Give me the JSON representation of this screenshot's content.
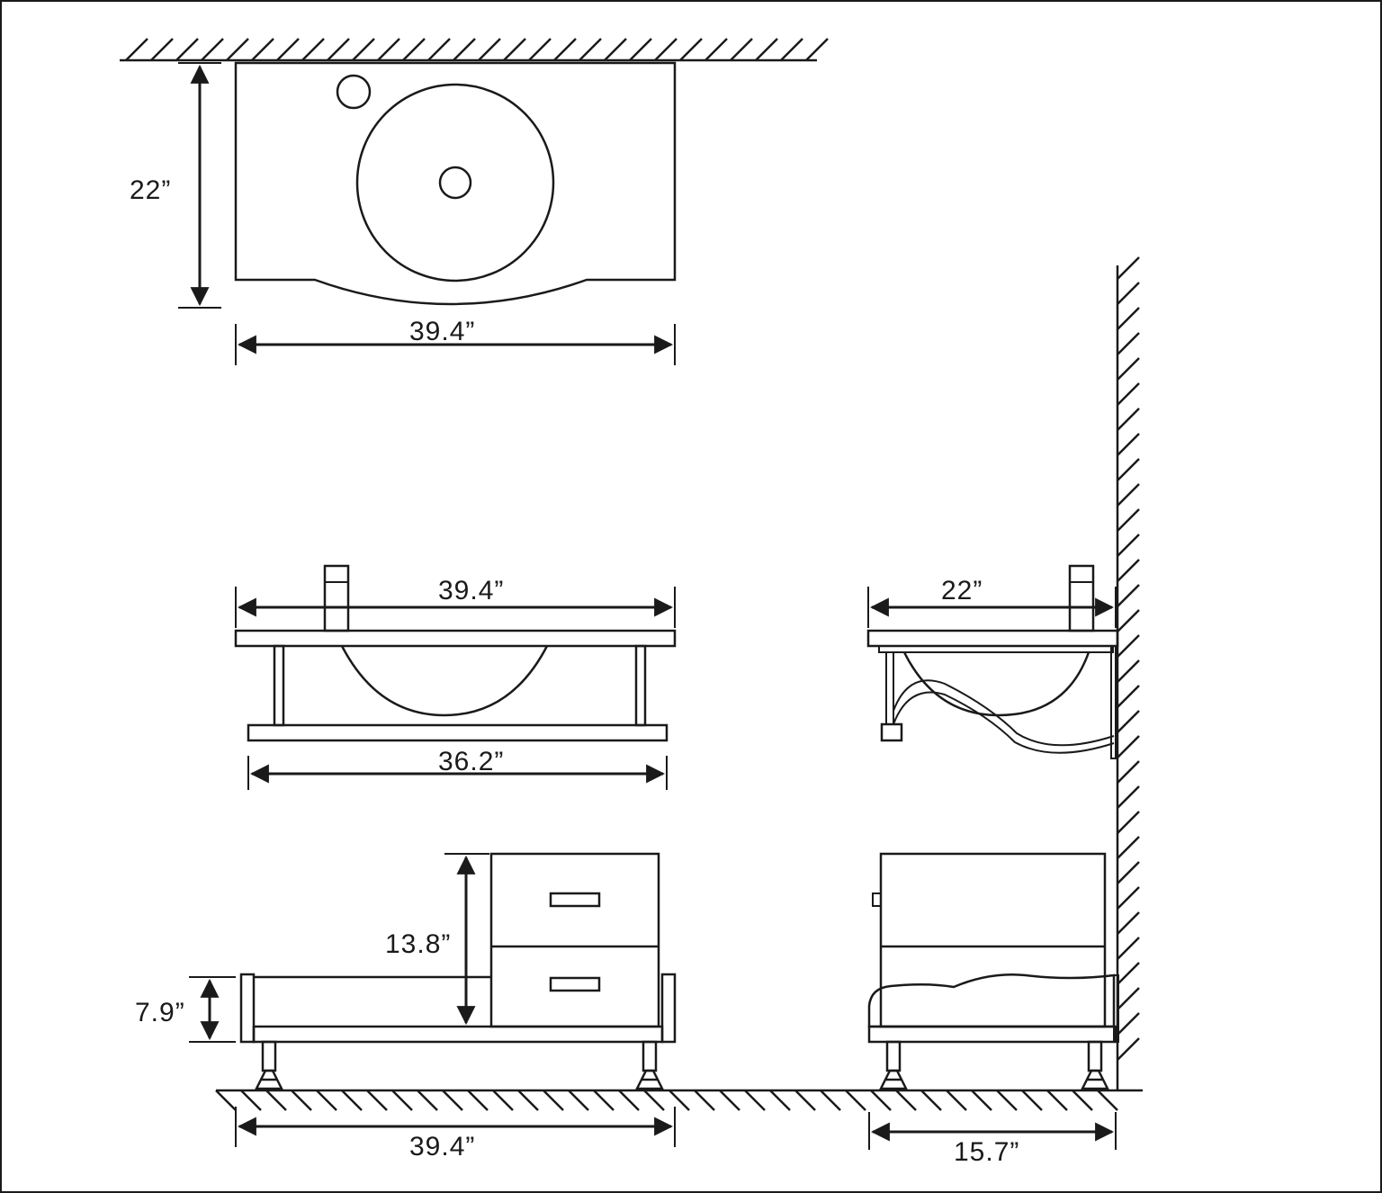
{
  "dimensions": {
    "top_view_depth": "22”",
    "top_view_width": "39.4”",
    "front_top_width": "39.4”",
    "front_shelf_width": "36.2”",
    "side_top_depth": "22”",
    "drawer_unit_height": "13.8”",
    "bench_height": "7.9”",
    "floor_width": "39.4”",
    "side_floor_depth": "15.7”"
  }
}
